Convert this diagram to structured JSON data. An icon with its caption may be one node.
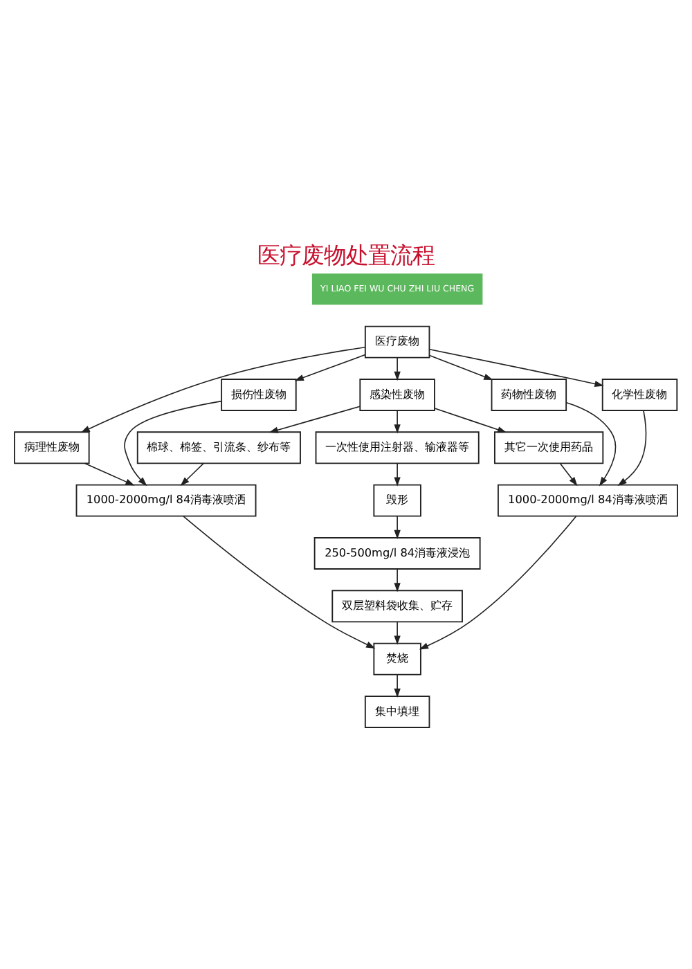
{
  "diagram": {
    "title": "医疗废物处置流程",
    "nodes": [
      {
        "text": [
          "医疗废物"
        ]
      },
      {
        "text": [
          "病理性废物"
        ]
      },
      {
        "text": [
          "损伤性废物"
        ]
      },
      {
        "text": [
          "感染性废物"
        ]
      },
      {
        "text": [
          "药物性废物"
        ]
      },
      {
        "text": [
          "化学性废物"
        ]
      },
      {
        "text": [
          "棉球、棉签、引流条、纱布等"
        ]
      },
      {
        "text": [
          "一次性使用注射器、输液器等"
        ]
      },
      {
        "text": [
          "其它一次使用药品"
        ]
      },
      {
        "text": [
          "毁形"
        ]
      },
      {
        "text": [
          "1000-2000mg/l 84消毒液喷洒"
        ]
      },
      {
        "text": [
          "250-500mg/l 84消毒液浸泡"
        ]
      },
      {
        "text": [
          "1000-2000mg/l 84消毒液喷洒"
        ]
      },
      {
        "text": [
          "双层塑料袋收集、贮存"
        ]
      },
      {
        "text": [
          "焚烧"
        ]
      },
      {
        "text": [
          "集中填埋"
        ]
      }
    ],
    "edges": [
      {
        "from": 0,
        "to": 1,
        "arrow": "to"
      },
      {
        "from": 0,
        "to": 2,
        "arrow": "to"
      },
      {
        "from": 0,
        "to": 3,
        "arrow": "to"
      },
      {
        "from": 0,
        "to": 4,
        "arrow": "to"
      },
      {
        "from": 0,
        "to": 5,
        "arrow": "to"
      },
      {
        "from": 3,
        "to": 6,
        "arrow": "to"
      },
      {
        "from": 3,
        "to": 7,
        "arrow": "to"
      },
      {
        "from": 3,
        "to": 8,
        "arrow": "to"
      },
      {
        "from": 1,
        "to": 10,
        "arrow": "to"
      },
      {
        "from": 2,
        "to": 10,
        "arrow": "to"
      },
      {
        "from": 4,
        "to": 12,
        "arrow": "to"
      },
      {
        "from": 5,
        "to": 12,
        "arrow": "to"
      },
      {
        "from": 6,
        "to": 10,
        "arrow": "to"
      },
      {
        "from": 7,
        "to": 9,
        "arrow": "to"
      },
      {
        "from": 8,
        "to": 12,
        "arrow": "to"
      },
      {
        "from": 9,
        "to": 11,
        "arrow": "to"
      },
      {
        "from": 11,
        "to": 13,
        "arrow": "to"
      },
      {
        "from": 13,
        "to": 14,
        "arrow": "to"
      },
      {
        "from": 10,
        "to": 14,
        "arrow": "to"
      },
      {
        "from": 12,
        "to": 14,
        "arrow": "to"
      },
      {
        "from": 14,
        "to": 15,
        "arrow": "to"
      }
    ],
    "labels": [
      "YI LIAO FEI WU CHU ZHI LIU CHENG"
    ]
  }
}
